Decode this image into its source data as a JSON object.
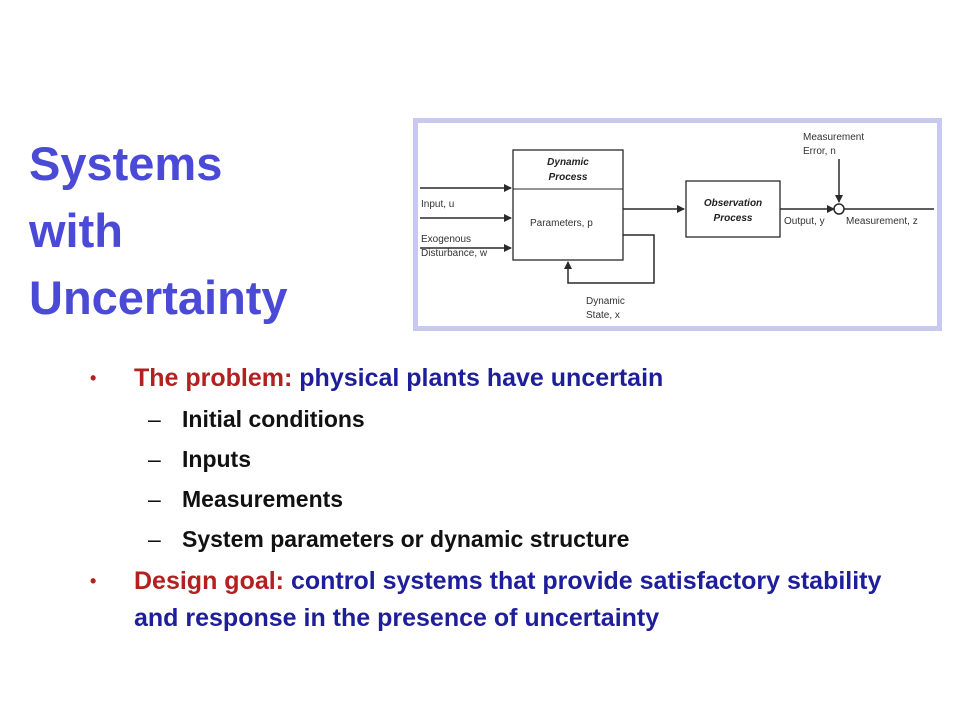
{
  "slide": {
    "title_lines": [
      "Systems",
      "with",
      "Uncertainty"
    ]
  },
  "diagram": {
    "dynamic_process_l1": "Dynamic",
    "dynamic_process_l2": "Process",
    "parameters_label": "Parameters, p",
    "observation_l1": "Observation",
    "observation_l2": "Process",
    "input_label": "Input, u",
    "exogenous_l1": "Exogenous",
    "exogenous_l2": "Disturbance, w",
    "output_label": "Output, y",
    "measurement_label": "Measurement, z",
    "meas_error_l1": "Measurement",
    "meas_error_l2": "Error, n",
    "dynamic_state_l1": "Dynamic",
    "dynamic_state_l2": "State, x"
  },
  "bullets": [
    {
      "lead": "The problem:",
      "text": " physical plants have uncertain",
      "sub": [
        "Initial conditions",
        "Inputs",
        "Measurements",
        "System parameters or dynamic structure"
      ]
    },
    {
      "lead": "Design goal:",
      "text": " control systems that provide satisfactory stability and response in the presence of uncertainty",
      "sub": []
    }
  ],
  "colors": {
    "title": "#4a4ad6",
    "bullet_text": "#1e1e9a",
    "lead_text": "#b22020",
    "frame": "#c8c8f0"
  }
}
